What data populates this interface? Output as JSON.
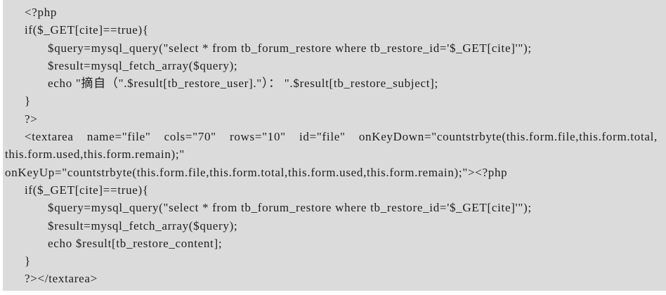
{
  "page": {
    "kind": "php-code-listing",
    "panel_background": "#dbdbdb",
    "page_background": "#ffffff",
    "text_color": "#1d1d1d"
  },
  "code": {
    "language": "php",
    "lines": [
      {
        "text": "<?php",
        "indent": 1,
        "justify": false
      },
      {
        "text": "if($_GET[cite]==true){",
        "indent": 1,
        "justify": false
      },
      {
        "text": "$query=mysql_query(\"select * from tb_forum_restore where tb_restore_id='$_GET[cite]'\");",
        "indent": 2,
        "justify": false
      },
      {
        "text": "$result=mysql_fetch_array($query);",
        "indent": 2,
        "justify": false
      },
      {
        "text": "echo \"摘自（\".$result[tb_restore_user].\"）： \".$result[tb_restore_subject];",
        "indent": 2,
        "justify": false
      },
      {
        "text": "}",
        "indent": 1,
        "justify": false
      },
      {
        "text": "?>",
        "indent": 1,
        "justify": false
      },
      {
        "text": "<textarea name=\"file\" cols=\"70\" rows=\"10\" id=\"file\" onKeyDown=\"countstrbyte(this.form.file,this.form.total,",
        "indent": 1,
        "justify": true
      },
      {
        "text": "this.form.used,this.form.remain);\"",
        "indent": 0,
        "justify": false
      },
      {
        "text": "onKeyUp=\"countstrbyte(this.form.file,this.form.total,this.form.used,this.form.remain);\"><?php",
        "indent": 0,
        "justify": false
      },
      {
        "text": "if($_GET[cite]==true){",
        "indent": 1,
        "justify": false
      },
      {
        "text": "$query=mysql_query(\"select * from tb_forum_restore where tb_restore_id='$_GET[cite]'\");",
        "indent": 2,
        "justify": false
      },
      {
        "text": "$result=mysql_fetch_array($query);",
        "indent": 2,
        "justify": false
      },
      {
        "text": "echo $result[tb_restore_content];",
        "indent": 2,
        "justify": false
      },
      {
        "text": "}",
        "indent": 1,
        "justify": false
      },
      {
        "text": "?></textarea>",
        "indent": 1,
        "justify": false
      }
    ]
  }
}
